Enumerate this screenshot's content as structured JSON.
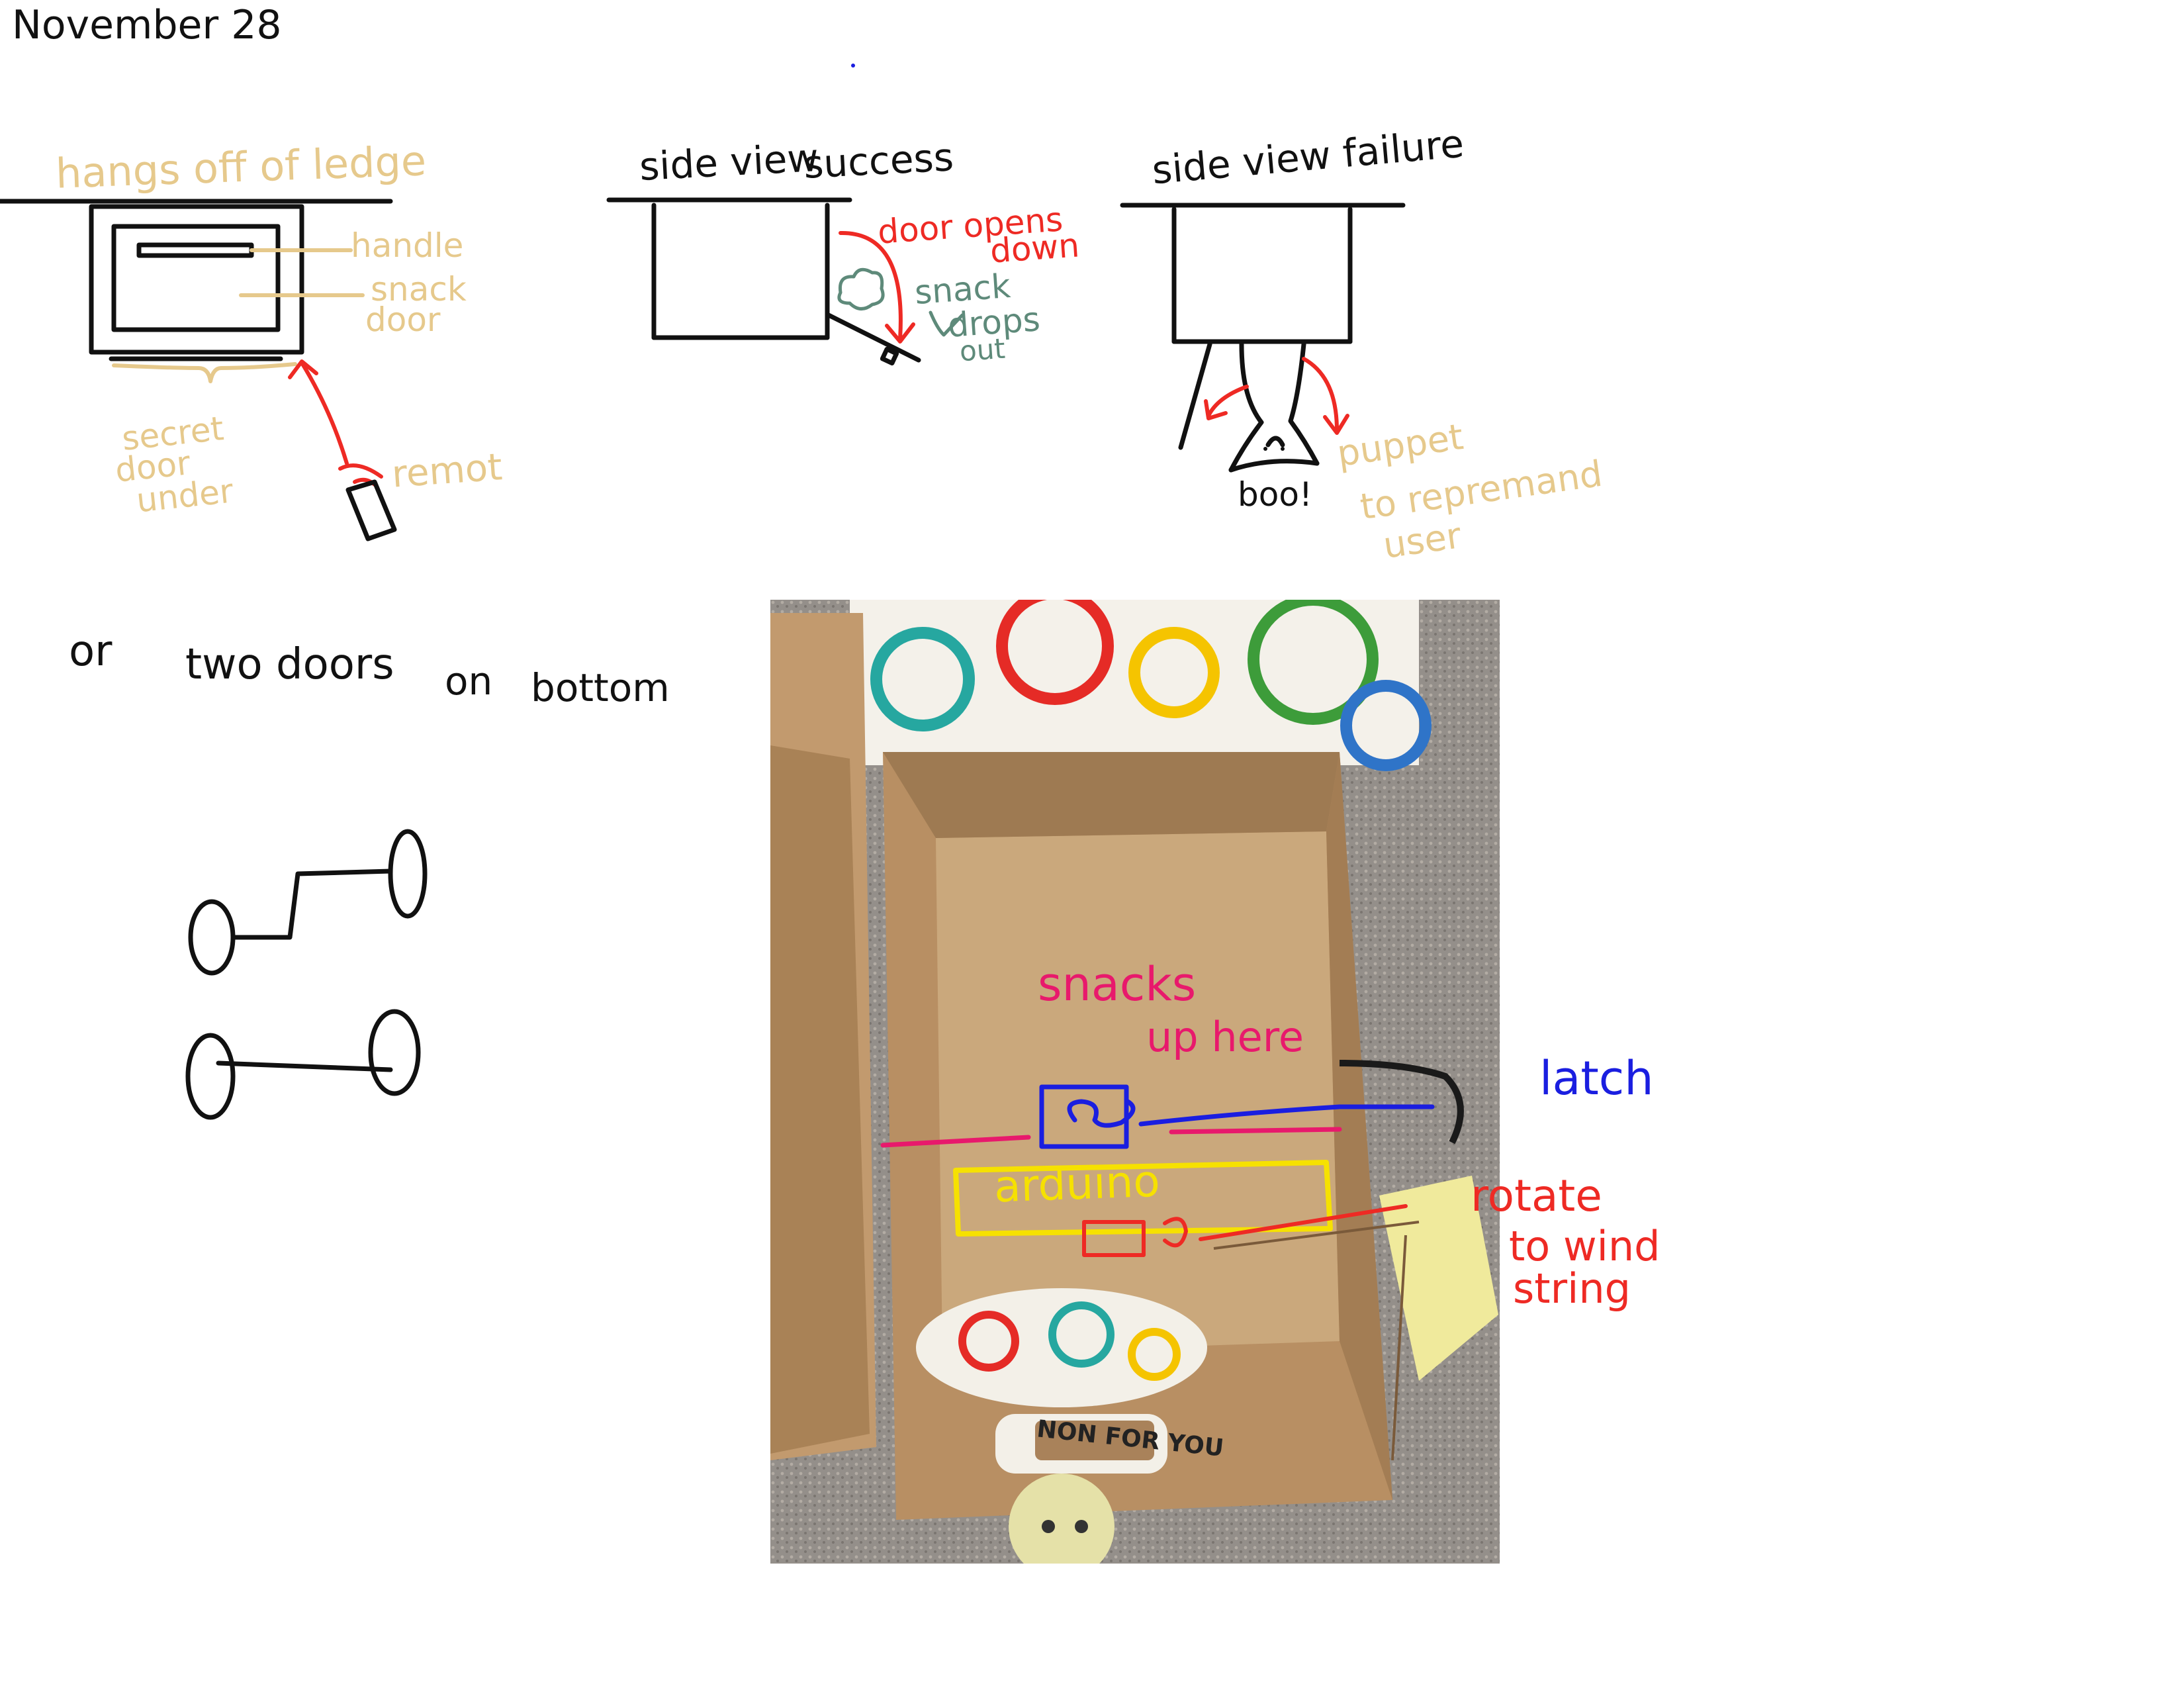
{
  "page": {
    "date": "November 28",
    "colors": {
      "black": "#111111",
      "tan": "#e6c98c",
      "red": "#ee2a24",
      "green": "#5e8a7a",
      "blue": "#1a1ee0",
      "pink": "#e8196c",
      "yellow": "#f6e100",
      "cardboard": "#b8936a"
    }
  },
  "sketch_front": {
    "title": "hangs off of ledge",
    "handle": "handle",
    "snack_door_1": "snack",
    "snack_door_2": "door",
    "secret_1": "secret",
    "secret_2": "door",
    "secret_3": "under",
    "remote": "remot",
    "icon": "remote-icon"
  },
  "sketch_success": {
    "title_1": "side view",
    "title_2": "success",
    "door_1": "door opens",
    "door_2": "down",
    "snack_1": "snack",
    "snack_2": "drops",
    "snack_3": "out"
  },
  "sketch_failure": {
    "title": "side view failure",
    "boo": "boo!",
    "puppet_1": "puppet",
    "puppet_2": "to repremand",
    "puppet_3": "user"
  },
  "alt_note": {
    "or": "or",
    "two_doors": "two doors",
    "on": "on",
    "bottom": "bottom"
  },
  "photo": {
    "sign": "NON FOR YOU",
    "snacks_1": "snacks",
    "snacks_2": "up here",
    "latch": "latch",
    "arduino": "arduino",
    "rotate_1": "rotate",
    "rotate_2": "to wind",
    "rotate_3": "string"
  }
}
